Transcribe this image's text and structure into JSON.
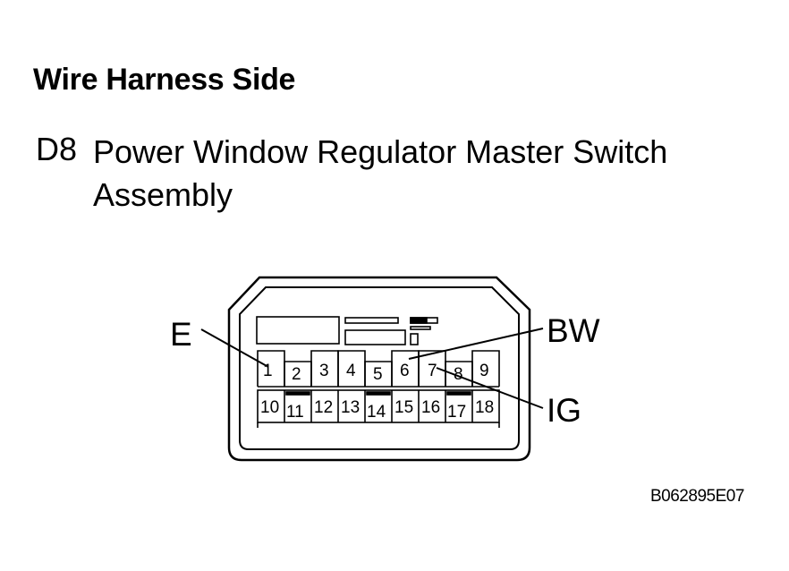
{
  "heading": "Wire Harness Side",
  "connector": {
    "id": "D8",
    "name_line1": "Power Window Regulator Master Switch",
    "name_line2": "Assembly"
  },
  "callouts": {
    "e": "E",
    "bw": "BW",
    "ig": "IG"
  },
  "pins": {
    "top": [
      "1",
      "2",
      "3",
      "4",
      "5",
      "6",
      "7",
      "8",
      "9"
    ],
    "bottom": [
      "10",
      "11",
      "12",
      "13",
      "14",
      "15",
      "16",
      "17",
      "18"
    ]
  },
  "figure_code": "B062895E07"
}
